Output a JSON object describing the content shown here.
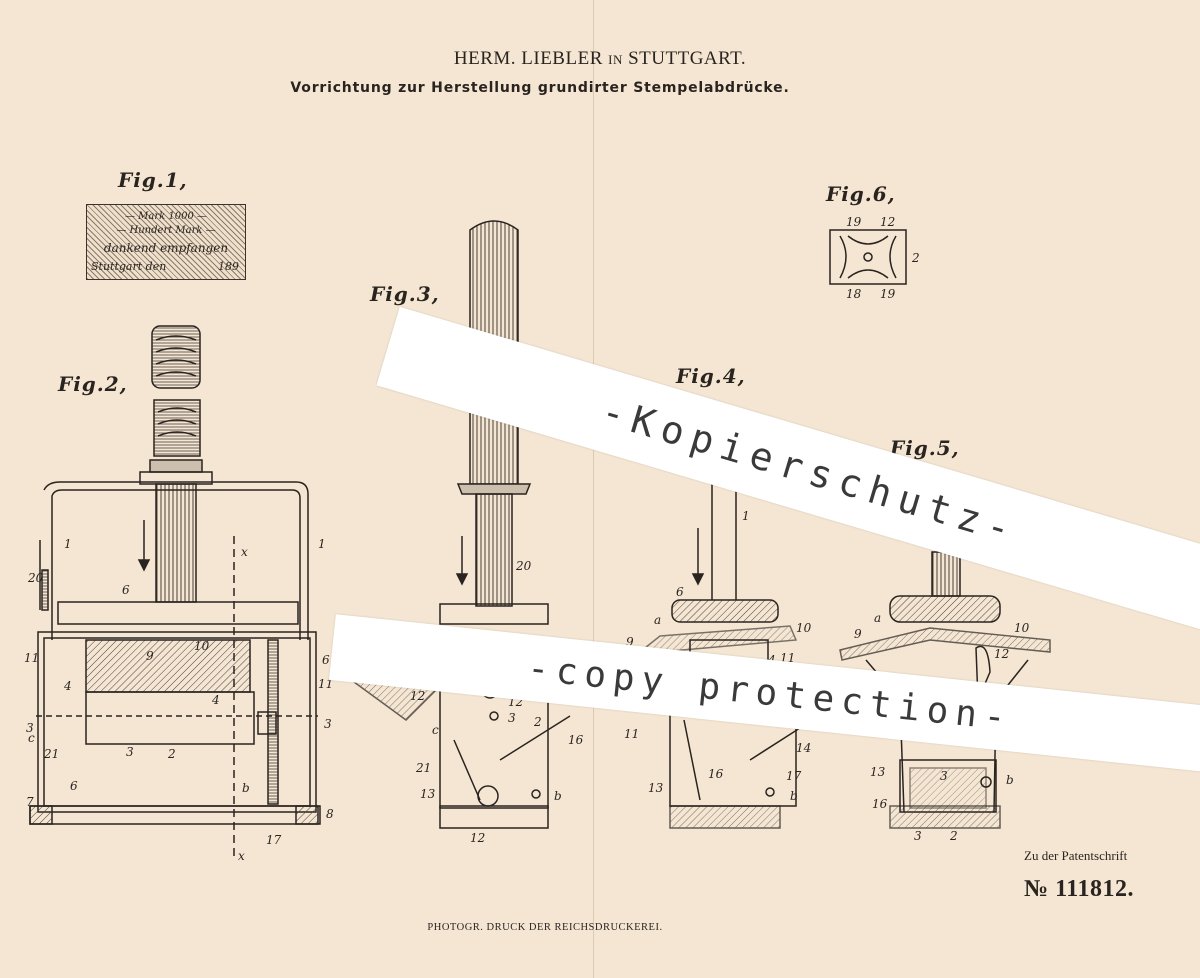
{
  "header": {
    "inventor_name": "HERM. LIEBLER",
    "inventor_in": "IN",
    "inventor_city": "STUTTGART.",
    "subtitle": "Vorrichtung zur Herstellung grundirter Stempelabdrücke."
  },
  "figures": {
    "fig1": "Fig.1,",
    "fig2": "Fig.2,",
    "fig3": "Fig.3,",
    "fig4": "Fig.4,",
    "fig5": "Fig.5,",
    "fig6": "Fig.6,"
  },
  "stamp_text": {
    "line1": "— Mark 1000 —",
    "line2": "— Hundert Mark —",
    "line3": "dankend empfangen",
    "line4": "Stuttgart den",
    "line4_year": "189"
  },
  "watermark": {
    "line1": "-Kopierschutz-",
    "line2": "-copy protection-"
  },
  "footer": {
    "zu_der": "Zu der Patentschrift",
    "patent_number": "№ 111812.",
    "printer": "PHOTOGR. DRUCK DER REICHSDRUCKEREI."
  }
}
